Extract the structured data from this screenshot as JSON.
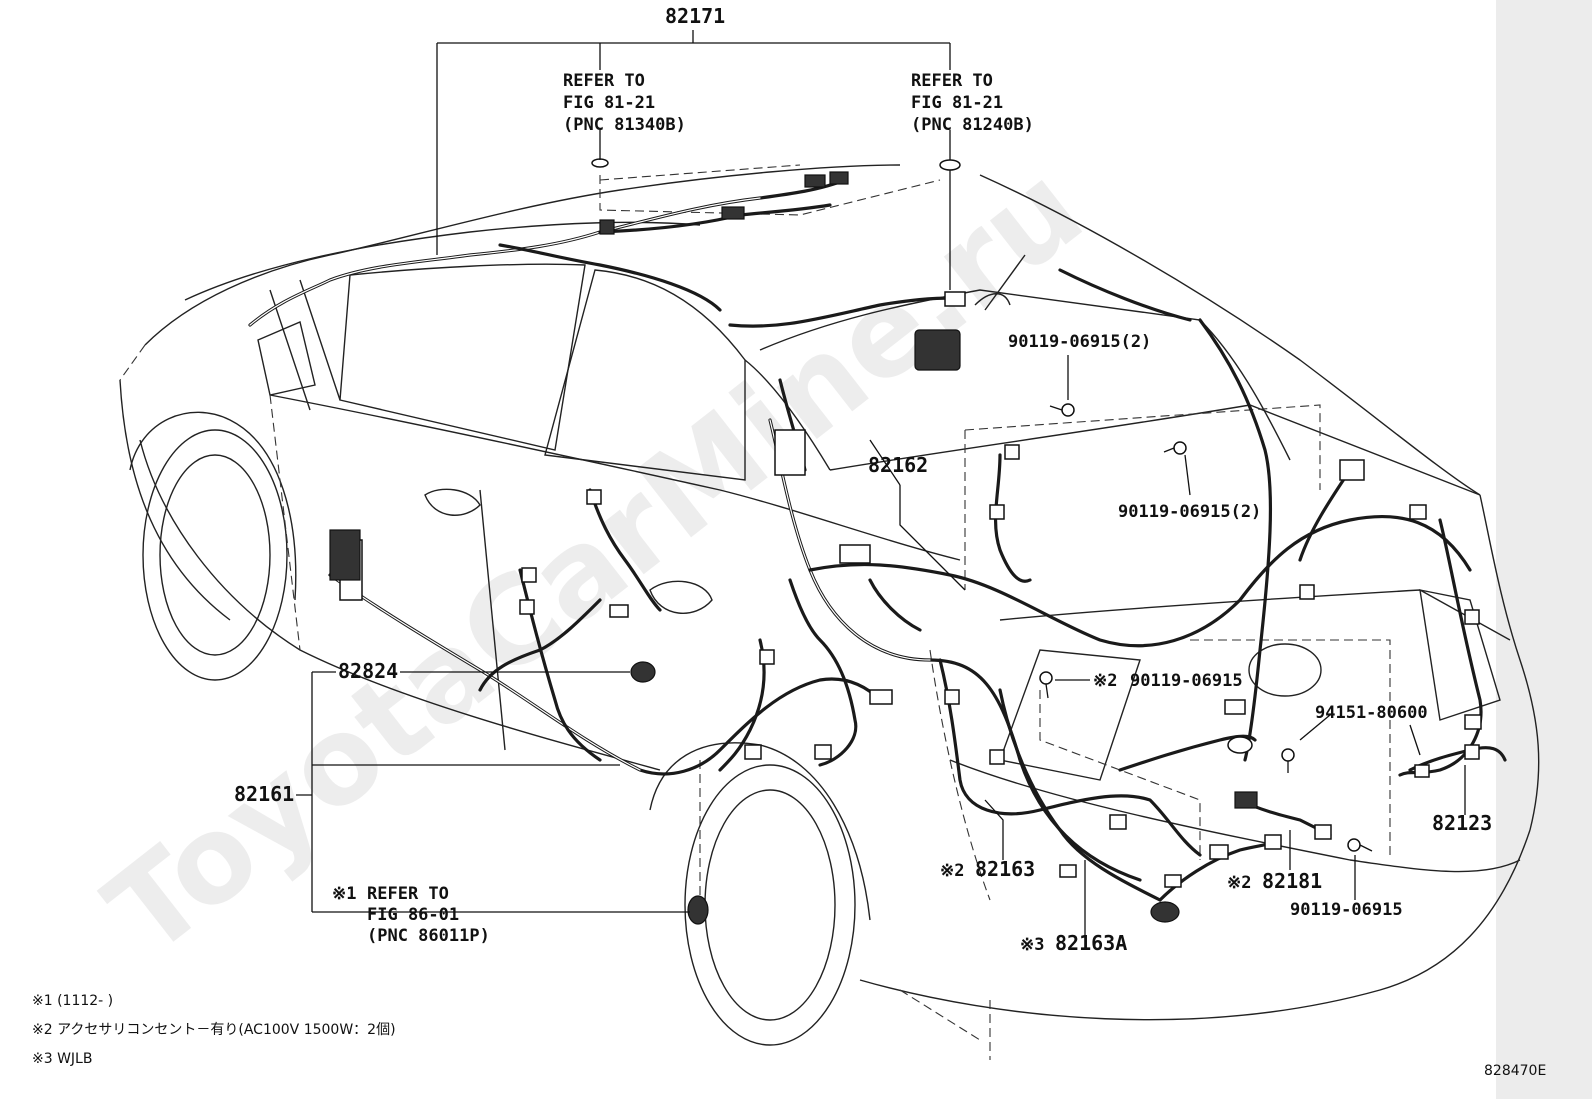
{
  "watermark": "ToyotaCarMine.ru",
  "figure_code": "828470E",
  "part_labels": {
    "p82171": "82171",
    "p82162": "82162",
    "p82824": "82824",
    "p82161": "82161",
    "p82163": "82163",
    "p82163A": "82163A",
    "p82181": "82181",
    "p82123": "82123",
    "p94151": "94151-80600",
    "bolt_rear_mid": "90119-06915(2)",
    "bolt_rear_right": "90119-06915(2)",
    "bolt_left_note": "90119-06915",
    "bolt_bottom": "90119-06915"
  },
  "refer_blocks": {
    "left": [
      "REFER TO",
      "FIG 81-21",
      "(PNC 81340B)"
    ],
    "right": [
      "REFER TO",
      "FIG 81-21",
      "(PNC 81240B)"
    ],
    "lower": [
      "REFER TO",
      "FIG 86-01",
      "(PNC 86011P)"
    ]
  },
  "marks": {
    "m1": "※1",
    "m2": "※2",
    "m3": "※3"
  },
  "notes": [
    "※1 (1112-      )",
    "※2 アクセサリコンセント－有り(AC100V 1500W：2個)",
    "※3 WJLB"
  ]
}
